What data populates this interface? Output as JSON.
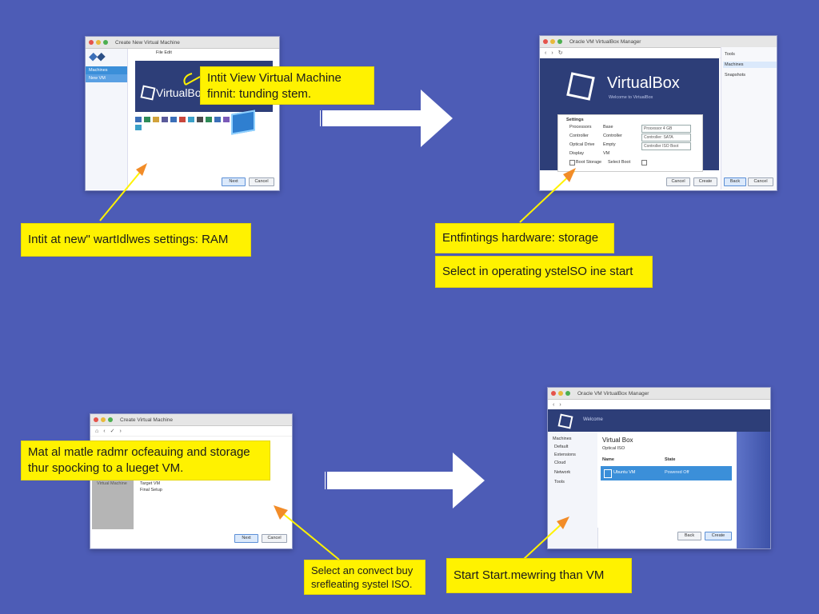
{
  "step1": {
    "window_title": "Create New Virtual Machine",
    "toolbar_text": "File  Edit",
    "sidebar_items": [
      "Machines",
      "New VM"
    ],
    "brand": "VirtualBox",
    "buttons": [
      "Next",
      "Cancel"
    ]
  },
  "step2": {
    "window_title": "Oracle VM VirtualBox Manager",
    "brand": "VirtualBox",
    "brand_sub": "Welcome to VirtualBox",
    "settings_heading": "Settings",
    "settings_rows": [
      {
        "label": "Processors",
        "mid": "Base",
        "value": "Processor 4 GB"
      },
      {
        "label": "Controller",
        "mid": "Controller",
        "value": "Controller: SATA"
      },
      {
        "label": "Optical Drive",
        "mid": "Empty",
        "value": "Controller ISO Boot"
      },
      {
        "label": "Display",
        "mid": "VM",
        "value": ""
      },
      {
        "label": "Boot Storage",
        "mid": "Select Boot",
        "value": ""
      }
    ],
    "right_items": [
      "Tools",
      "Machines",
      "Snapshots"
    ],
    "buttons": [
      "Cancel",
      "Create",
      "Back",
      "Cancel"
    ]
  },
  "step3": {
    "window_title": "Create Virtual Machine",
    "side_text": "Virtual Machine",
    "content_lines": [
      "Target VM",
      "Final Setup"
    ],
    "buttons": [
      "Next",
      "Cancel"
    ]
  },
  "step4": {
    "window_title": "Oracle VM VirtualBox Manager",
    "brand_sub": "Welcome",
    "sidebar_items": [
      "Machines",
      "Default",
      "Extensions",
      "Cloud",
      "Network",
      "Tools"
    ],
    "panel_title": "Virtual Box",
    "panel_sub": "Optical ISO",
    "columns": [
      "Name",
      "State"
    ],
    "row": {
      "name": "Ubuntu VM",
      "state": "Powered Off"
    },
    "buttons": [
      "Back",
      "Create"
    ]
  },
  "callouts": {
    "c1": "Intit View Virtual Machine\nfinnit: tunding stem.",
    "c2": "Intit at new\" wartIdlwes settings: RAM",
    "c3": "Entfintings hardware: storage",
    "c4": "Select in operating ystelSO ine start",
    "c5": "Mat al matle radmr ocfeauing and storage\nthur spocking to a lueget VM.",
    "c6": "Select an convect buy\nsrefleating systel ISO.",
    "c7": "Start Start.mewring than VM"
  },
  "colors": {
    "background": "#4d5cb6",
    "callout": "#fff200",
    "pointer": "#f28c28",
    "arrow": "#ffffff",
    "vbox_blue": "#2d3e78"
  }
}
